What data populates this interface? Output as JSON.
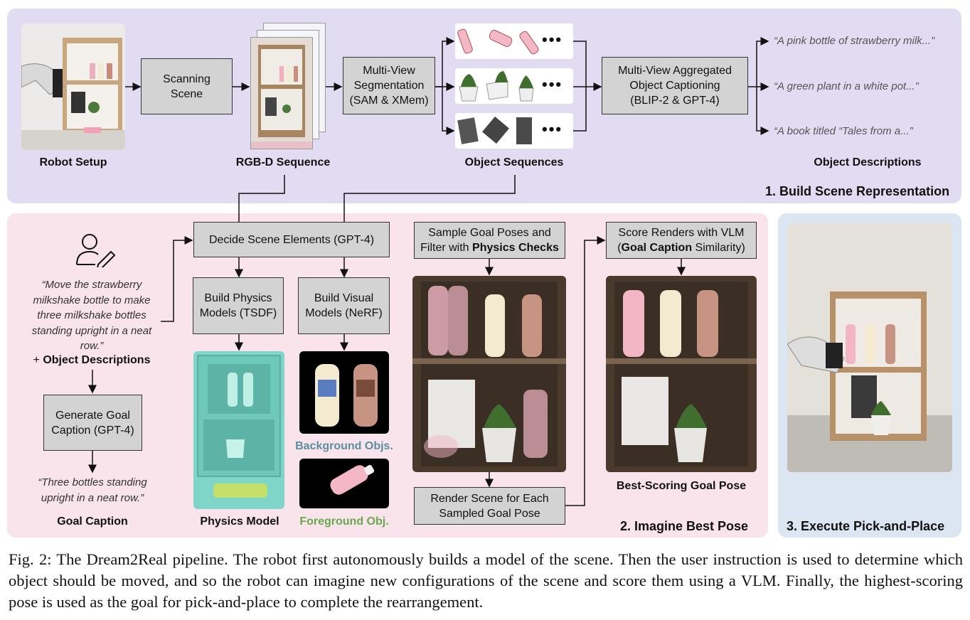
{
  "stages": {
    "stage1": "1. Build Scene Representation",
    "stage2": "2. Imagine Best Pose",
    "stage3": "3. Execute Pick-and-Place"
  },
  "labels": {
    "robot_setup": "Robot Setup",
    "rgbd_sequence": "RGB-D Sequence",
    "object_sequences": "Object Sequences",
    "object_descriptions": "Object Descriptions",
    "physics_model": "Physics Model",
    "background_objs": "Background Objs.",
    "foreground_obj": "Foreground Obj.",
    "best_scoring": "Best-Scoring Goal Pose",
    "goal_caption": "Goal Caption",
    "plus_object_desc_prefix": "+ ",
    "plus_object_desc": "Object Descriptions"
  },
  "boxes": {
    "scanning_scene": "Scanning\nScene",
    "multiview_seg": "Multi-View\nSegmentation\n(SAM & XMem)",
    "aggregated_caption": "Multi-View Aggregated\nObject Captioning\n(BLIP-2 & GPT-4)",
    "decide_scene": "Decide Scene Elements (GPT-4)",
    "build_physics": "Build Physics\nModels (TSDF)",
    "build_visual": "Build Visual\nModels (NeRF)",
    "generate_goal": "Generate Goal\nCaption (GPT-4)",
    "sample_goal_line1": "Sample Goal Poses and",
    "sample_goal_line2_prefix": "Filter with ",
    "sample_goal_line2_bold": "Physics Checks",
    "render_scene": "Render Scene for Each\nSampled Goal Pose",
    "score_line1": "Score Renders with VLM",
    "score_line2_open": "(",
    "score_line2_bold": "Goal Caption",
    "score_line2_rest": " Similarity)"
  },
  "quotes": {
    "desc1": "“A pink bottle of strawberry milk...”",
    "desc2": "“A green plant in a white pot...”",
    "desc3": "“A book titled “Tales from a...”",
    "instruction": "“Move the strawberry\nmilkshake bottle to make\nthree milkshake bottles\nstanding upright in a neat\nrow.”",
    "goal": "“Three bottles standing\nupright in a neat row.”"
  },
  "icons": {
    "user": "user-pencil-icon",
    "ellipsis": "•••"
  },
  "colors": {
    "panel1": "#e2dcf2",
    "panel2": "#f8e4ea",
    "panel3": "#dce6f2",
    "box": "#d3d3d3",
    "background_label": "#5a8fa0",
    "foreground_label": "#6aa84f"
  },
  "caption": "Fig. 2: The Dream2Real pipeline. The robot first autonomously builds a model of the scene. Then the user instruction is used to determine which object should be moved, and so the robot can imagine new configurations of the scene and score them using a VLM. Finally, the highest-scoring pose is used as the goal for pick-and-place to complete the rearrangement."
}
